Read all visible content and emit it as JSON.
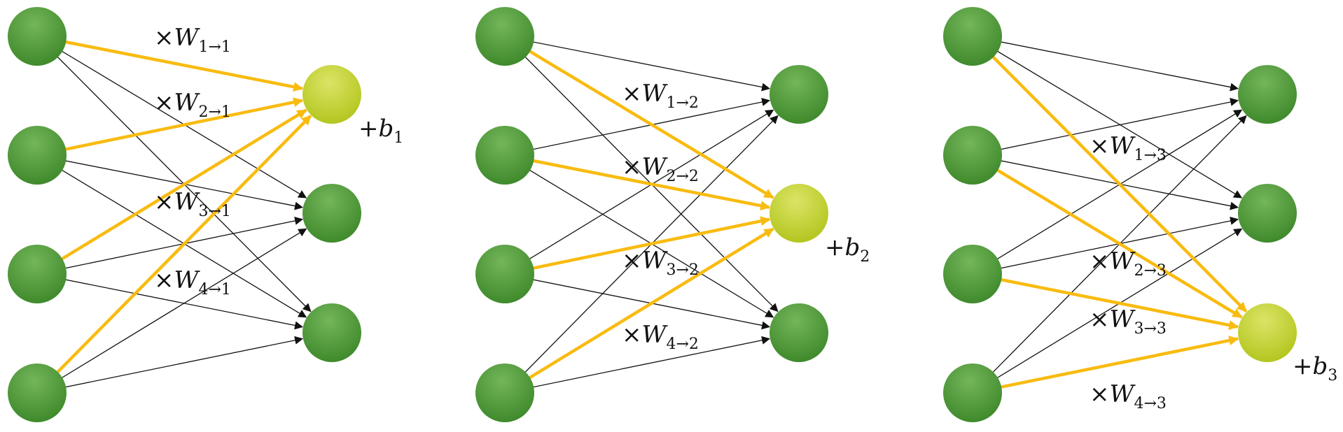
{
  "colors": {
    "node": "#4f9a36",
    "node_highlight": "#c6d53a",
    "edge": "#111111",
    "edge_highlight": "#f8bb10"
  },
  "panels": [
    {
      "weights": [
        {
          "symbol": "W",
          "sub": "1→1"
        },
        {
          "symbol": "W",
          "sub": "2→1"
        },
        {
          "symbol": "W",
          "sub": "3→1"
        },
        {
          "symbol": "W",
          "sub": "4→1"
        }
      ],
      "bias": {
        "symbol": "b",
        "sub": "1"
      }
    },
    {
      "weights": [
        {
          "symbol": "W",
          "sub": "1→2"
        },
        {
          "symbol": "W",
          "sub": "2→2"
        },
        {
          "symbol": "W",
          "sub": "3→2"
        },
        {
          "symbol": "W",
          "sub": "4→2"
        }
      ],
      "bias": {
        "symbol": "b",
        "sub": "2"
      }
    },
    {
      "weights": [
        {
          "symbol": "W",
          "sub": "1→3"
        },
        {
          "symbol": "W",
          "sub": "2→3"
        },
        {
          "symbol": "W",
          "sub": "3→3"
        },
        {
          "symbol": "W",
          "sub": "4→3"
        }
      ],
      "bias": {
        "symbol": "b",
        "sub": "3"
      }
    }
  ]
}
